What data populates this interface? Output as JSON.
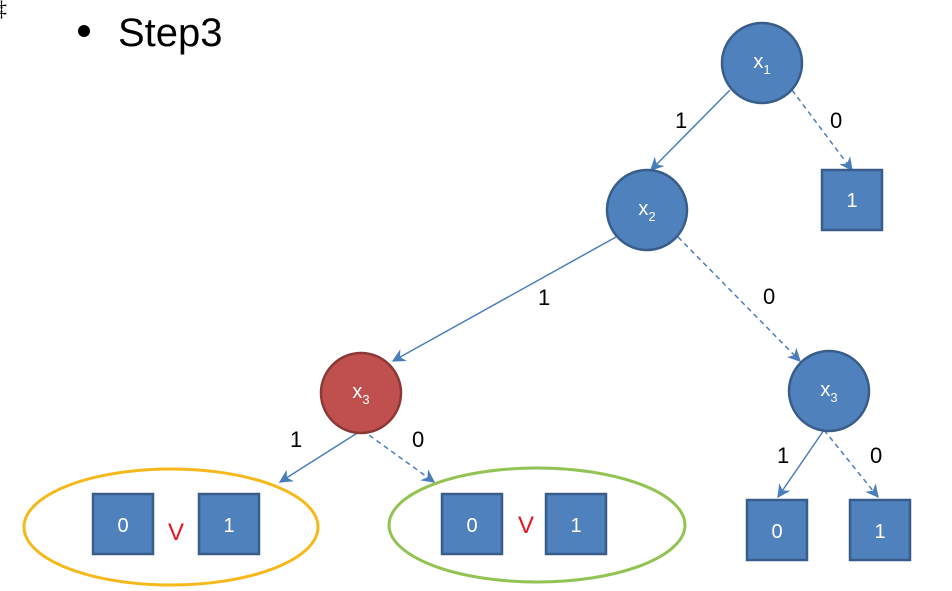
{
  "slide": {
    "bullet": "Step3",
    "corner_mark": "‡"
  },
  "colors": {
    "node_fill": "#4f81bd",
    "node_stroke": "#385d8a",
    "highlight_fill": "#c0504d",
    "highlight_stroke": "#8c3836",
    "leaf_fill": "#4f81bd",
    "leaf_stroke": "#385d8a",
    "edge": "#4a7ebb",
    "group_orange": "#f6b81a",
    "group_green": "#92c353",
    "or_red": "#e8141c"
  },
  "nodes": [
    {
      "id": "x1",
      "var": "x",
      "sub": "1",
      "highlight": false
    },
    {
      "id": "x2",
      "var": "x",
      "sub": "2",
      "highlight": false
    },
    {
      "id": "x3a",
      "var": "x",
      "sub": "3",
      "highlight": true
    },
    {
      "id": "x3b",
      "var": "x",
      "sub": "3",
      "highlight": false
    }
  ],
  "leaves": [
    {
      "id": "x1-0",
      "label": "1"
    },
    {
      "id": "g1-a",
      "label": "0"
    },
    {
      "id": "g1-b",
      "label": "1"
    },
    {
      "id": "g2-a",
      "label": "0"
    },
    {
      "id": "g2-b",
      "label": "1"
    },
    {
      "id": "x3b-1",
      "label": "0"
    },
    {
      "id": "x3b-0",
      "label": "1"
    }
  ],
  "edges": [
    {
      "id": "x1-x2",
      "label": "1",
      "style": "solid"
    },
    {
      "id": "x1-leaf",
      "label": "0",
      "style": "dashed"
    },
    {
      "id": "x2-x3a",
      "label": "1",
      "style": "solid"
    },
    {
      "id": "x2-x3b",
      "label": "0",
      "style": "dashed"
    },
    {
      "id": "x3a-g1",
      "label": "1",
      "style": "solid"
    },
    {
      "id": "x3a-g2",
      "label": "0",
      "style": "dashed"
    },
    {
      "id": "x3b-l1",
      "label": "1",
      "style": "solid"
    },
    {
      "id": "x3b-l0",
      "label": "0",
      "style": "dashed"
    }
  ],
  "groups": [
    {
      "id": "group-orange",
      "operator": "V"
    },
    {
      "id": "group-green",
      "operator": "V"
    }
  ]
}
